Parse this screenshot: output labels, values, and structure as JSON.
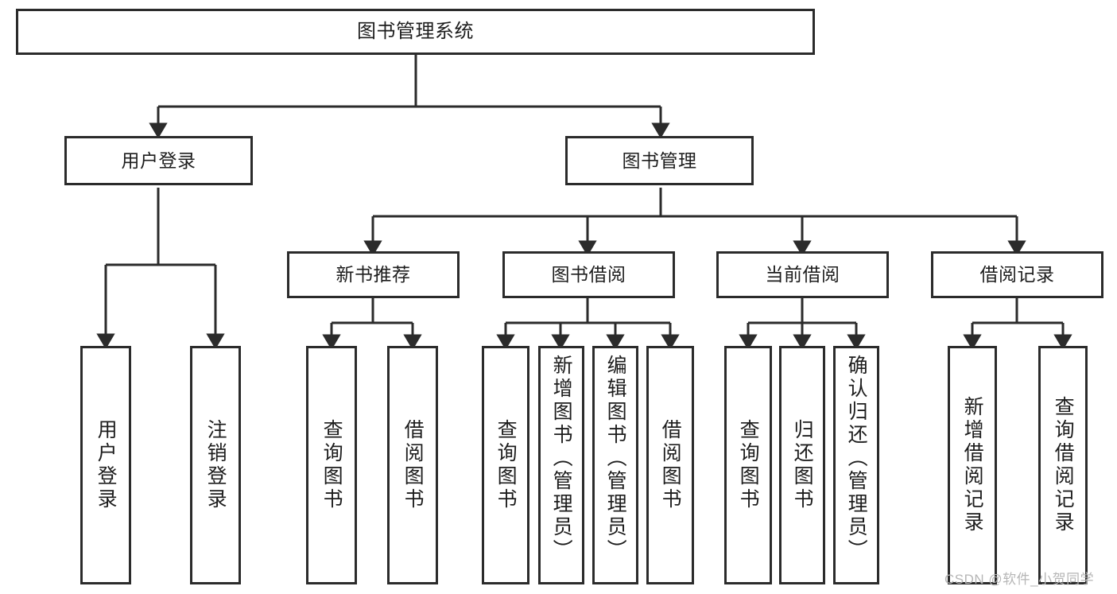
{
  "diagram": {
    "title": "图书管理系统",
    "type": "功能结构图",
    "stroke_color": "#2b2b2b",
    "text_color": "#1d1d1d",
    "background_color": "#ffffff"
  },
  "nodes": {
    "root": {
      "label": "图书管理系统"
    },
    "level1": [
      {
        "id": "user-login",
        "label": "用户登录"
      },
      {
        "id": "book-manage",
        "label": "图书管理"
      }
    ],
    "level2": [
      {
        "id": "new-book-recommend",
        "label": "新书推荐"
      },
      {
        "id": "book-borrow",
        "label": "图书借阅"
      },
      {
        "id": "current-borrow",
        "label": "当前借阅"
      },
      {
        "id": "borrow-record",
        "label": "借阅记录"
      }
    ],
    "leaves": {
      "user_login": [
        {
          "id": "leaf-user-login",
          "label": "用户登录"
        },
        {
          "id": "leaf-logout-login",
          "label": "注销登录"
        }
      ],
      "new_book_recommend": [
        {
          "id": "leaf-query-book-1",
          "label": "查询图书"
        },
        {
          "id": "leaf-borrow-book-1",
          "label": "借阅图书"
        }
      ],
      "book_borrow": [
        {
          "id": "leaf-query-book-2",
          "label": "查询图书"
        },
        {
          "id": "leaf-add-book",
          "label": "新增图书（管理员）"
        },
        {
          "id": "leaf-edit-book",
          "label": "编辑图书（管理员）"
        },
        {
          "id": "leaf-borrow-book-2",
          "label": "借阅图书"
        }
      ],
      "current_borrow": [
        {
          "id": "leaf-query-book-3",
          "label": "查询图书"
        },
        {
          "id": "leaf-return-book",
          "label": "归还图书"
        },
        {
          "id": "leaf-confirm-return",
          "label": "确认归还（管理员）"
        }
      ],
      "borrow_record": [
        {
          "id": "leaf-add-record",
          "label": "新增借阅记录"
        },
        {
          "id": "leaf-query-record",
          "label": "查询借阅记录"
        }
      ]
    }
  },
  "watermark": {
    "text": "CSDN @软件_小贺同学"
  }
}
